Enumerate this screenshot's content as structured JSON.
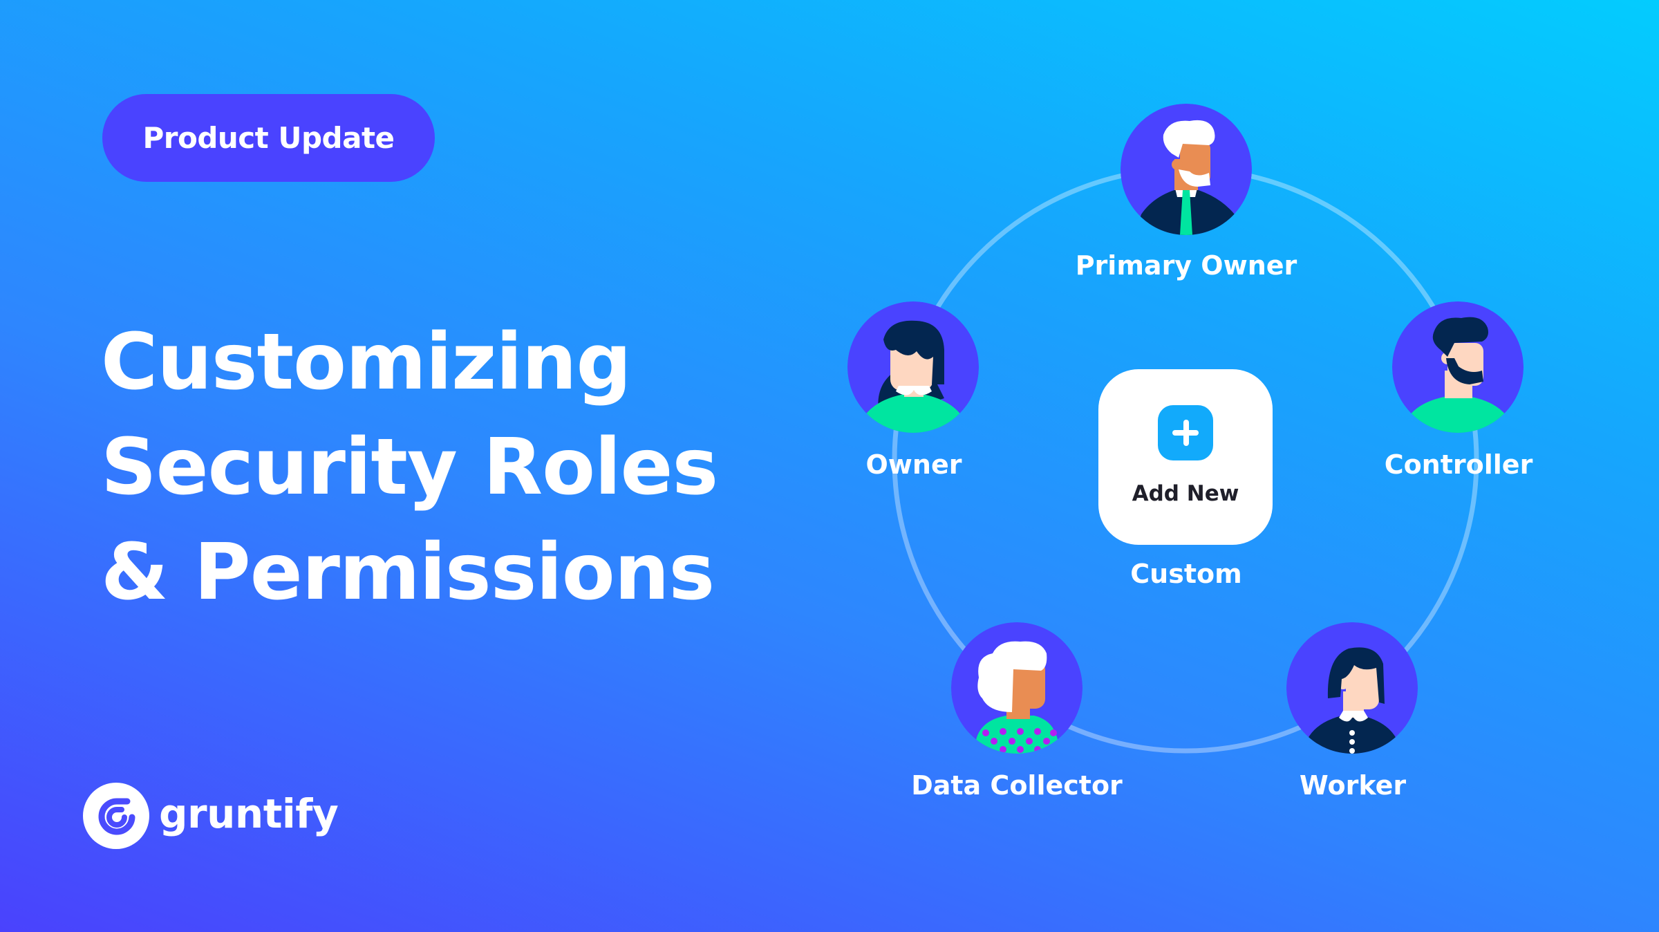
{
  "badge": {
    "label": "Product Update"
  },
  "headline": {
    "lines": [
      "Customizing",
      "Security Roles",
      "& Permissions"
    ]
  },
  "brand": {
    "name": "gruntify",
    "icon": "gruntify-logo-icon"
  },
  "diagram": {
    "center": {
      "button_label": "Add New",
      "icon": "plus-icon",
      "caption": "Custom"
    },
    "roles": [
      {
        "label": "Primary Owner",
        "avatar": "man-white-hair-beard-tie"
      },
      {
        "label": "Owner",
        "avatar": "woman-long-dark-hair"
      },
      {
        "label": "Controller",
        "avatar": "man-dark-hair-beard"
      },
      {
        "label": "Data Collector",
        "avatar": "woman-white-curly-hair-polka-dot"
      },
      {
        "label": "Worker",
        "avatar": "woman-bob-hair-buttons"
      }
    ]
  },
  "colors": {
    "gradient_top_right": "#03CCFE",
    "gradient_bottom_left": "#4A42FD",
    "badge_bg": "#4A43FF",
    "avatar_bg": "#4A43FF",
    "shirt_green": "#00E5A0",
    "navy": "#032650",
    "plus_blue": "#12AAFB"
  }
}
